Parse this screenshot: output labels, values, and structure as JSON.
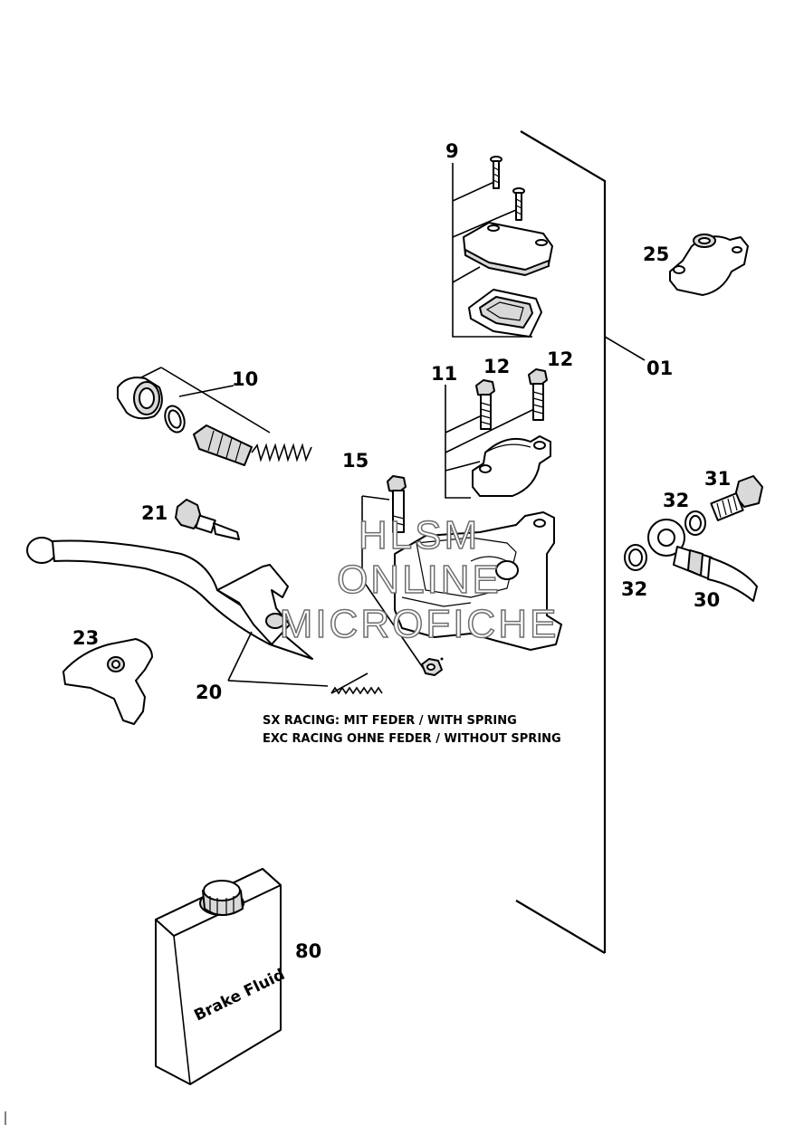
{
  "parts": {
    "p01": "01",
    "p09": "9",
    "p10": "10",
    "p11": "11",
    "p12a": "12",
    "p12b": "12",
    "p15": "15",
    "p20": "20",
    "p21": "21",
    "p23": "23",
    "p25": "25",
    "p30": "30",
    "p31": "31",
    "p32a": "32",
    "p32b": "32",
    "p80": "80"
  },
  "notes": {
    "line1": "SX RACING: MIT FEDER / WITH SPRING",
    "line2": "EXC RACING  OHNE FEDER / WITHOUT SPRING"
  },
  "can_label": "Brake Fluid",
  "watermark": {
    "line1": "HLSM",
    "line2": "ONLINE",
    "line3": "MICROFICHE"
  }
}
